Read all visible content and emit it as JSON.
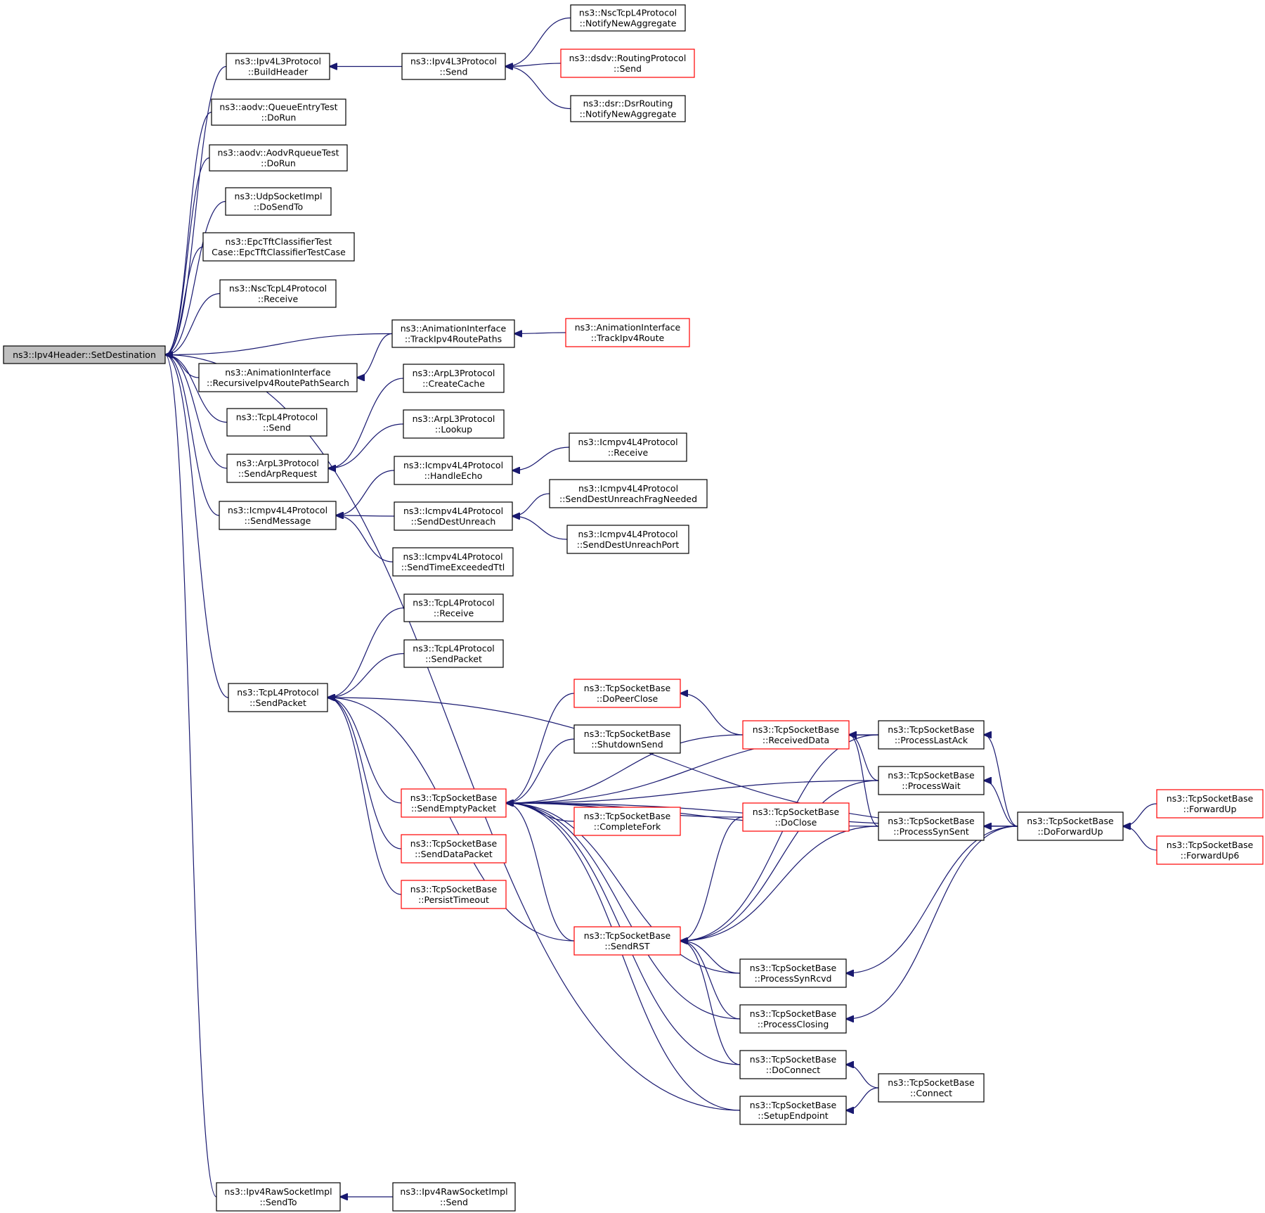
{
  "graph": {
    "colors": {
      "edge": "#191970",
      "node_border": "#000000",
      "truncated_border": "#ff0000",
      "root_fill": "#bfbfbf",
      "node_fill": "#ffffff"
    },
    "nodes": [
      {
        "id": "setdest",
        "lines": [
          "ns3::Ipv4Header::SetDestination"
        ],
        "root": true
      },
      {
        "id": "buildheader",
        "lines": [
          "ns3::Ipv4L3Protocol",
          "::BuildHeader"
        ]
      },
      {
        "id": "l3send",
        "lines": [
          "ns3::Ipv4L3Protocol",
          "::Send"
        ]
      },
      {
        "id": "nscnotify",
        "lines": [
          "ns3::NscTcpL4Protocol",
          "::NotifyNewAggregate"
        ]
      },
      {
        "id": "dsdvsend",
        "lines": [
          "ns3::dsdv::RoutingProtocol",
          "::Send"
        ],
        "truncated": true
      },
      {
        "id": "dsrnotify",
        "lines": [
          "ns3::dsr::DsrRouting",
          "::NotifyNewAggregate"
        ]
      },
      {
        "id": "aodvqueue",
        "lines": [
          "ns3::aodv::QueueEntryTest",
          "::DoRun"
        ]
      },
      {
        "id": "aodvrqueue",
        "lines": [
          "ns3::aodv::AodvRqueueTest",
          "::DoRun"
        ]
      },
      {
        "id": "udpsendto",
        "lines": [
          "ns3::UdpSocketImpl",
          "::DoSendTo"
        ]
      },
      {
        "id": "epctft",
        "lines": [
          "ns3::EpcTftClassifierTest",
          "Case::EpcTftClassifierTestCase"
        ]
      },
      {
        "id": "nscreceive",
        "lines": [
          "ns3::NscTcpL4Protocol",
          "::Receive"
        ]
      },
      {
        "id": "trackroutepaths",
        "lines": [
          "ns3::AnimationInterface",
          "::TrackIpv4RoutePaths"
        ]
      },
      {
        "id": "trackroute",
        "lines": [
          "ns3::AnimationInterface",
          "::TrackIpv4Route"
        ],
        "truncated": true
      },
      {
        "id": "recursivepath",
        "lines": [
          "ns3::AnimationInterface",
          "::RecursiveIpv4RoutePathSearch"
        ]
      },
      {
        "id": "arpcreatecache",
        "lines": [
          "ns3::ArpL3Protocol",
          "::CreateCache"
        ]
      },
      {
        "id": "arplookup",
        "lines": [
          "ns3::ArpL3Protocol",
          "::Lookup"
        ]
      },
      {
        "id": "tcpl4send",
        "lines": [
          "ns3::TcpL4Protocol",
          "::Send"
        ]
      },
      {
        "id": "arpsendreq",
        "lines": [
          "ns3::ArpL3Protocol",
          "::SendArpRequest"
        ]
      },
      {
        "id": "icmpreceive",
        "lines": [
          "ns3::Icmpv4L4Protocol",
          "::Receive"
        ]
      },
      {
        "id": "icmphandleecho",
        "lines": [
          "ns3::Icmpv4L4Protocol",
          "::HandleEcho"
        ]
      },
      {
        "id": "icmpfragneeded",
        "lines": [
          "ns3::Icmpv4L4Protocol",
          "::SendDestUnreachFragNeeded"
        ]
      },
      {
        "id": "icmpsendmsg",
        "lines": [
          "ns3::Icmpv4L4Protocol",
          "::SendMessage"
        ]
      },
      {
        "id": "icmpdestunreach",
        "lines": [
          "ns3::Icmpv4L4Protocol",
          "::SendDestUnreach"
        ]
      },
      {
        "id": "icmpdestport",
        "lines": [
          "ns3::Icmpv4L4Protocol",
          "::SendDestUnreachPort"
        ]
      },
      {
        "id": "icmptimeexceeded",
        "lines": [
          "ns3::Icmpv4L4Protocol",
          "::SendTimeExceededTtl"
        ]
      },
      {
        "id": "tcpl4receive",
        "lines": [
          "ns3::TcpL4Protocol",
          "::Receive"
        ]
      },
      {
        "id": "tcpl4sendpacket2",
        "lines": [
          "ns3::TcpL4Protocol",
          "::SendPacket"
        ]
      },
      {
        "id": "tcpl4sendpacket",
        "lines": [
          "ns3::TcpL4Protocol",
          "::SendPacket"
        ]
      },
      {
        "id": "dopeerclose",
        "lines": [
          "ns3::TcpSocketBase",
          "::DoPeerClose"
        ],
        "truncated": true
      },
      {
        "id": "shutdownsend",
        "lines": [
          "ns3::TcpSocketBase",
          "::ShutdownSend"
        ]
      },
      {
        "id": "receiveddata",
        "lines": [
          "ns3::TcpSocketBase",
          "::ReceivedData"
        ],
        "truncated": true
      },
      {
        "id": "processlastack",
        "lines": [
          "ns3::TcpSocketBase",
          "::ProcessLastAck"
        ]
      },
      {
        "id": "processwait",
        "lines": [
          "ns3::TcpSocketBase",
          "::ProcessWait"
        ]
      },
      {
        "id": "sendemptypacket",
        "lines": [
          "ns3::TcpSocketBase",
          "::SendEmptyPacket"
        ],
        "truncated": true
      },
      {
        "id": "completefork",
        "lines": [
          "ns3::TcpSocketBase",
          "::CompleteFork"
        ],
        "truncated": true
      },
      {
        "id": "doclose",
        "lines": [
          "ns3::TcpSocketBase",
          "::DoClose"
        ],
        "truncated": true
      },
      {
        "id": "processsynsent",
        "lines": [
          "ns3::TcpSocketBase",
          "::ProcessSynSent"
        ]
      },
      {
        "id": "doforwardup",
        "lines": [
          "ns3::TcpSocketBase",
          "::DoForwardUp"
        ]
      },
      {
        "id": "forwardup",
        "lines": [
          "ns3::TcpSocketBase",
          "::ForwardUp"
        ],
        "truncated": true
      },
      {
        "id": "forwardup6",
        "lines": [
          "ns3::TcpSocketBase",
          "::ForwardUp6"
        ],
        "truncated": true
      },
      {
        "id": "senddatapacket",
        "lines": [
          "ns3::TcpSocketBase",
          "::SendDataPacket"
        ],
        "truncated": true
      },
      {
        "id": "persisttimeout",
        "lines": [
          "ns3::TcpSocketBase",
          "::PersistTimeout"
        ],
        "truncated": true
      },
      {
        "id": "sendrst",
        "lines": [
          "ns3::TcpSocketBase",
          "::SendRST"
        ],
        "truncated": true
      },
      {
        "id": "processsynrcvd",
        "lines": [
          "ns3::TcpSocketBase",
          "::ProcessSynRcvd"
        ]
      },
      {
        "id": "processclosing",
        "lines": [
          "ns3::TcpSocketBase",
          "::ProcessClosing"
        ]
      },
      {
        "id": "doconnect",
        "lines": [
          "ns3::TcpSocketBase",
          "::DoConnect"
        ]
      },
      {
        "id": "connect",
        "lines": [
          "ns3::TcpSocketBase",
          "::Connect"
        ]
      },
      {
        "id": "setupendpoint",
        "lines": [
          "ns3::TcpSocketBase",
          "::SetupEndpoint"
        ]
      },
      {
        "id": "rawsendto",
        "lines": [
          "ns3::Ipv4RawSocketImpl",
          "::SendTo"
        ]
      },
      {
        "id": "rawsend",
        "lines": [
          "ns3::Ipv4RawSocketImpl",
          "::Send"
        ]
      }
    ],
    "edges": [
      {
        "from": "buildheader",
        "to": "setdest"
      },
      {
        "from": "aodvqueue",
        "to": "setdest"
      },
      {
        "from": "aodvrqueue",
        "to": "setdest"
      },
      {
        "from": "udpsendto",
        "to": "setdest"
      },
      {
        "from": "epctft",
        "to": "setdest"
      },
      {
        "from": "nscreceive",
        "to": "setdest"
      },
      {
        "from": "trackroutepaths",
        "to": "setdest"
      },
      {
        "from": "recursivepath",
        "to": "setdest"
      },
      {
        "from": "tcpl4send",
        "to": "setdest"
      },
      {
        "from": "arpsendreq",
        "to": "setdest"
      },
      {
        "from": "icmpsendmsg",
        "to": "setdest"
      },
      {
        "from": "tcpl4sendpacket",
        "to": "setdest"
      },
      {
        "from": "setupendpoint",
        "to": "setdest"
      },
      {
        "from": "rawsendto",
        "to": "setdest"
      },
      {
        "from": "l3send",
        "to": "buildheader"
      },
      {
        "from": "nscnotify",
        "to": "l3send"
      },
      {
        "from": "dsdvsend",
        "to": "l3send"
      },
      {
        "from": "dsrnotify",
        "to": "l3send"
      },
      {
        "from": "trackroute",
        "to": "trackroutepaths"
      },
      {
        "from": "trackroutepaths",
        "to": "recursivepath"
      },
      {
        "from": "arpcreatecache",
        "to": "arpsendreq"
      },
      {
        "from": "arplookup",
        "to": "arpsendreq"
      },
      {
        "from": "icmphandleecho",
        "to": "icmpsendmsg"
      },
      {
        "from": "icmpdestunreach",
        "to": "icmpsendmsg"
      },
      {
        "from": "icmptimeexceeded",
        "to": "icmpsendmsg"
      },
      {
        "from": "icmpreceive",
        "to": "icmphandleecho"
      },
      {
        "from": "icmpfragneeded",
        "to": "icmpdestunreach"
      },
      {
        "from": "icmpdestport",
        "to": "icmpdestunreach"
      },
      {
        "from": "tcpl4receive",
        "to": "tcpl4sendpacket"
      },
      {
        "from": "tcpl4sendpacket2",
        "to": "tcpl4sendpacket"
      },
      {
        "from": "sendemptypacket",
        "to": "tcpl4sendpacket"
      },
      {
        "from": "senddatapacket",
        "to": "tcpl4sendpacket"
      },
      {
        "from": "persisttimeout",
        "to": "tcpl4sendpacket"
      },
      {
        "from": "sendrst",
        "to": "tcpl4sendpacket"
      },
      {
        "from": "doforwardup",
        "to": "tcpl4sendpacket"
      },
      {
        "from": "dopeerclose",
        "to": "sendemptypacket"
      },
      {
        "from": "shutdownsend",
        "to": "sendemptypacket"
      },
      {
        "from": "receiveddata",
        "to": "sendemptypacket"
      },
      {
        "from": "completefork",
        "to": "sendemptypacket"
      },
      {
        "from": "doclose",
        "to": "sendemptypacket"
      },
      {
        "from": "processsynsent",
        "to": "sendemptypacket"
      },
      {
        "from": "processlastack",
        "to": "sendemptypacket"
      },
      {
        "from": "processwait",
        "to": "sendemptypacket"
      },
      {
        "from": "doforwardup",
        "to": "sendemptypacket"
      },
      {
        "from": "sendrst",
        "to": "sendemptypacket"
      },
      {
        "from": "processsynrcvd",
        "to": "sendemptypacket"
      },
      {
        "from": "processclosing",
        "to": "sendemptypacket"
      },
      {
        "from": "doconnect",
        "to": "sendemptypacket"
      },
      {
        "from": "setupendpoint",
        "to": "sendemptypacket"
      },
      {
        "from": "receiveddata",
        "to": "dopeerclose"
      },
      {
        "from": "processlastack",
        "to": "receiveddata"
      },
      {
        "from": "processwait",
        "to": "receiveddata"
      },
      {
        "from": "processsynsent",
        "to": "receiveddata"
      },
      {
        "from": "doforwardup",
        "to": "processlastack"
      },
      {
        "from": "doforwardup",
        "to": "processwait"
      },
      {
        "from": "doforwardup",
        "to": "processsynsent"
      },
      {
        "from": "doforwardup",
        "to": "processsynrcvd"
      },
      {
        "from": "doforwardup",
        "to": "processclosing"
      },
      {
        "from": "forwardup",
        "to": "doforwardup"
      },
      {
        "from": "forwardup6",
        "to": "doforwardup"
      },
      {
        "from": "doclose",
        "to": "sendrst"
      },
      {
        "from": "processlastack",
        "to": "sendrst"
      },
      {
        "from": "processwait",
        "to": "sendrst"
      },
      {
        "from": "processsynsent",
        "to": "sendrst"
      },
      {
        "from": "processsynrcvd",
        "to": "sendrst"
      },
      {
        "from": "processclosing",
        "to": "sendrst"
      },
      {
        "from": "doconnect",
        "to": "sendrst"
      },
      {
        "from": "connect",
        "to": "doconnect"
      },
      {
        "from": "connect",
        "to": "setupendpoint"
      },
      {
        "from": "rawsend",
        "to": "rawsendto"
      }
    ]
  }
}
